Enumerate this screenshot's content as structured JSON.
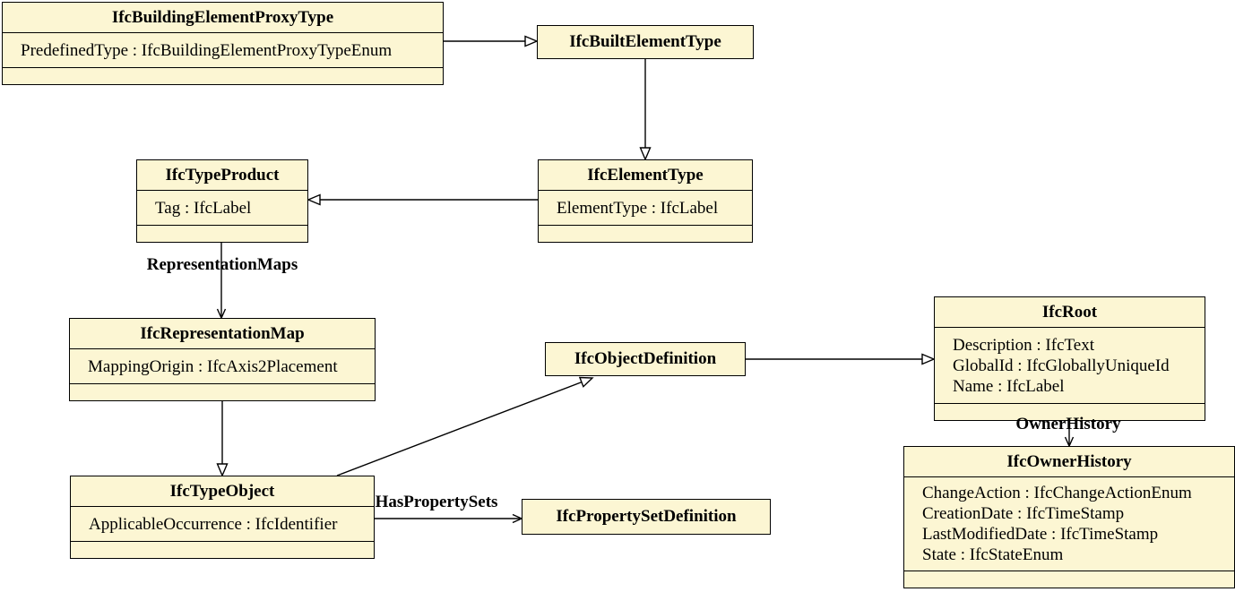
{
  "diagram": {
    "type": "uml-class-diagram",
    "subject": "IFC entity inheritance and attributes",
    "colors": {
      "box_fill": "#FCF6D3",
      "box_border": "#000000",
      "line": "#000000",
      "background": "#FFFFFF"
    },
    "classes": {
      "building_element_proxy_type": {
        "name": "IfcBuildingElementProxyType",
        "attributes": [
          "PredefinedType : IfcBuildingElementProxyTypeEnum"
        ]
      },
      "built_element_type": {
        "name": "IfcBuiltElementType",
        "attributes": []
      },
      "type_product": {
        "name": "IfcTypeProduct",
        "attributes": [
          "Tag : IfcLabel"
        ]
      },
      "element_type": {
        "name": "IfcElementType",
        "attributes": [
          "ElementType : IfcLabel"
        ]
      },
      "representation_map": {
        "name": "IfcRepresentationMap",
        "attributes": [
          "MappingOrigin : IfcAxis2Placement"
        ]
      },
      "object_definition": {
        "name": "IfcObjectDefinition",
        "attributes": []
      },
      "root": {
        "name": "IfcRoot",
        "attributes": [
          "Description : IfcText",
          "GlobalId : IfcGloballyUniqueId",
          "Name : IfcLabel"
        ]
      },
      "type_object": {
        "name": "IfcTypeObject",
        "attributes": [
          "ApplicableOccurrence : IfcIdentifier"
        ]
      },
      "property_set_definition": {
        "name": "IfcPropertySetDefinition",
        "attributes": []
      },
      "owner_history": {
        "name": "IfcOwnerHistory",
        "attributes": [
          "ChangeAction : IfcChangeActionEnum",
          "CreationDate : IfcTimeStamp",
          "LastModifiedDate : IfcTimeStamp",
          "State : IfcStateEnum"
        ]
      }
    },
    "edges": {
      "proxy_to_built": {
        "from": "IfcBuildingElementProxyType",
        "to": "IfcBuiltElementType",
        "style": "hollow-triangle",
        "label": ""
      },
      "built_to_element": {
        "from": "IfcBuiltElementType",
        "to": "IfcElementType",
        "style": "hollow-triangle",
        "label": ""
      },
      "element_to_typeproduct": {
        "from": "IfcElementType",
        "to": "IfcTypeProduct",
        "style": "hollow-triangle",
        "label": ""
      },
      "representation_maps": {
        "from": "IfcTypeProduct",
        "to": "IfcRepresentationMap",
        "style": "open-arrow",
        "label": "RepresentationMaps"
      },
      "repmap_to_typeobject": {
        "from": "IfcRepresentationMap",
        "to": "IfcTypeObject",
        "style": "hollow-triangle",
        "label": ""
      },
      "typeobject_to_objectdef": {
        "from": "IfcTypeObject",
        "to": "IfcObjectDefinition",
        "style": "hollow-triangle",
        "label": ""
      },
      "objectdef_to_root": {
        "from": "IfcObjectDefinition",
        "to": "IfcRoot",
        "style": "hollow-triangle",
        "label": ""
      },
      "owner_history": {
        "from": "IfcRoot",
        "to": "IfcOwnerHistory",
        "style": "open-arrow",
        "label": "OwnerHistory"
      },
      "has_property_sets": {
        "from": "IfcTypeObject",
        "to": "IfcPropertySetDefinition",
        "style": "open-arrow",
        "label": "HasPropertySets"
      }
    }
  }
}
